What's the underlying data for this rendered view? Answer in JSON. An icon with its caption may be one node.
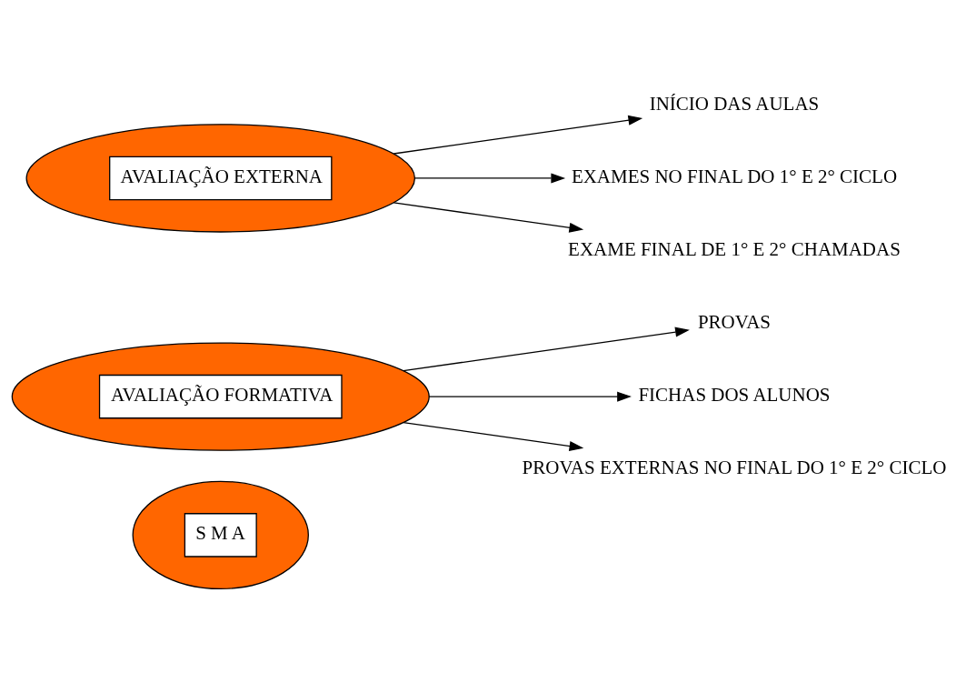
{
  "diagram": {
    "nodes": [
      {
        "text": [
          "S M A"
        ]
      },
      {
        "text": [
          "AVALIAÇÃO FORMATIVA"
        ]
      },
      {
        "text": [
          "AVALIAÇÃO EXTERNA"
        ]
      },
      {
        "text": [
          "PROVAS"
        ]
      },
      {
        "text": [
          "FICHAS DOS ALUNOS"
        ]
      },
      {
        "text": [
          "PROVAS EXTERNAS NO FINAL DO 1° E 2° CICLO"
        ]
      },
      {
        "text": [
          "INÍCIO DAS AULAS"
        ]
      },
      {
        "text": [
          "EXAMES NO FINAL DO 1° E 2° CICLO"
        ]
      },
      {
        "text": [
          "EXAME FINAL DE 1° E 2° CHAMADAS"
        ]
      }
    ],
    "edges": [
      {
        "from": 1,
        "to": 3,
        "arrow": "to"
      },
      {
        "from": 1,
        "to": 4,
        "arrow": "to"
      },
      {
        "from": 1,
        "to": 5,
        "arrow": "to"
      },
      {
        "from": 2,
        "to": 6,
        "arrow": "to"
      },
      {
        "from": 2,
        "to": 7,
        "arrow": "to"
      },
      {
        "from": 2,
        "to": 8,
        "arrow": "to"
      }
    ]
  }
}
